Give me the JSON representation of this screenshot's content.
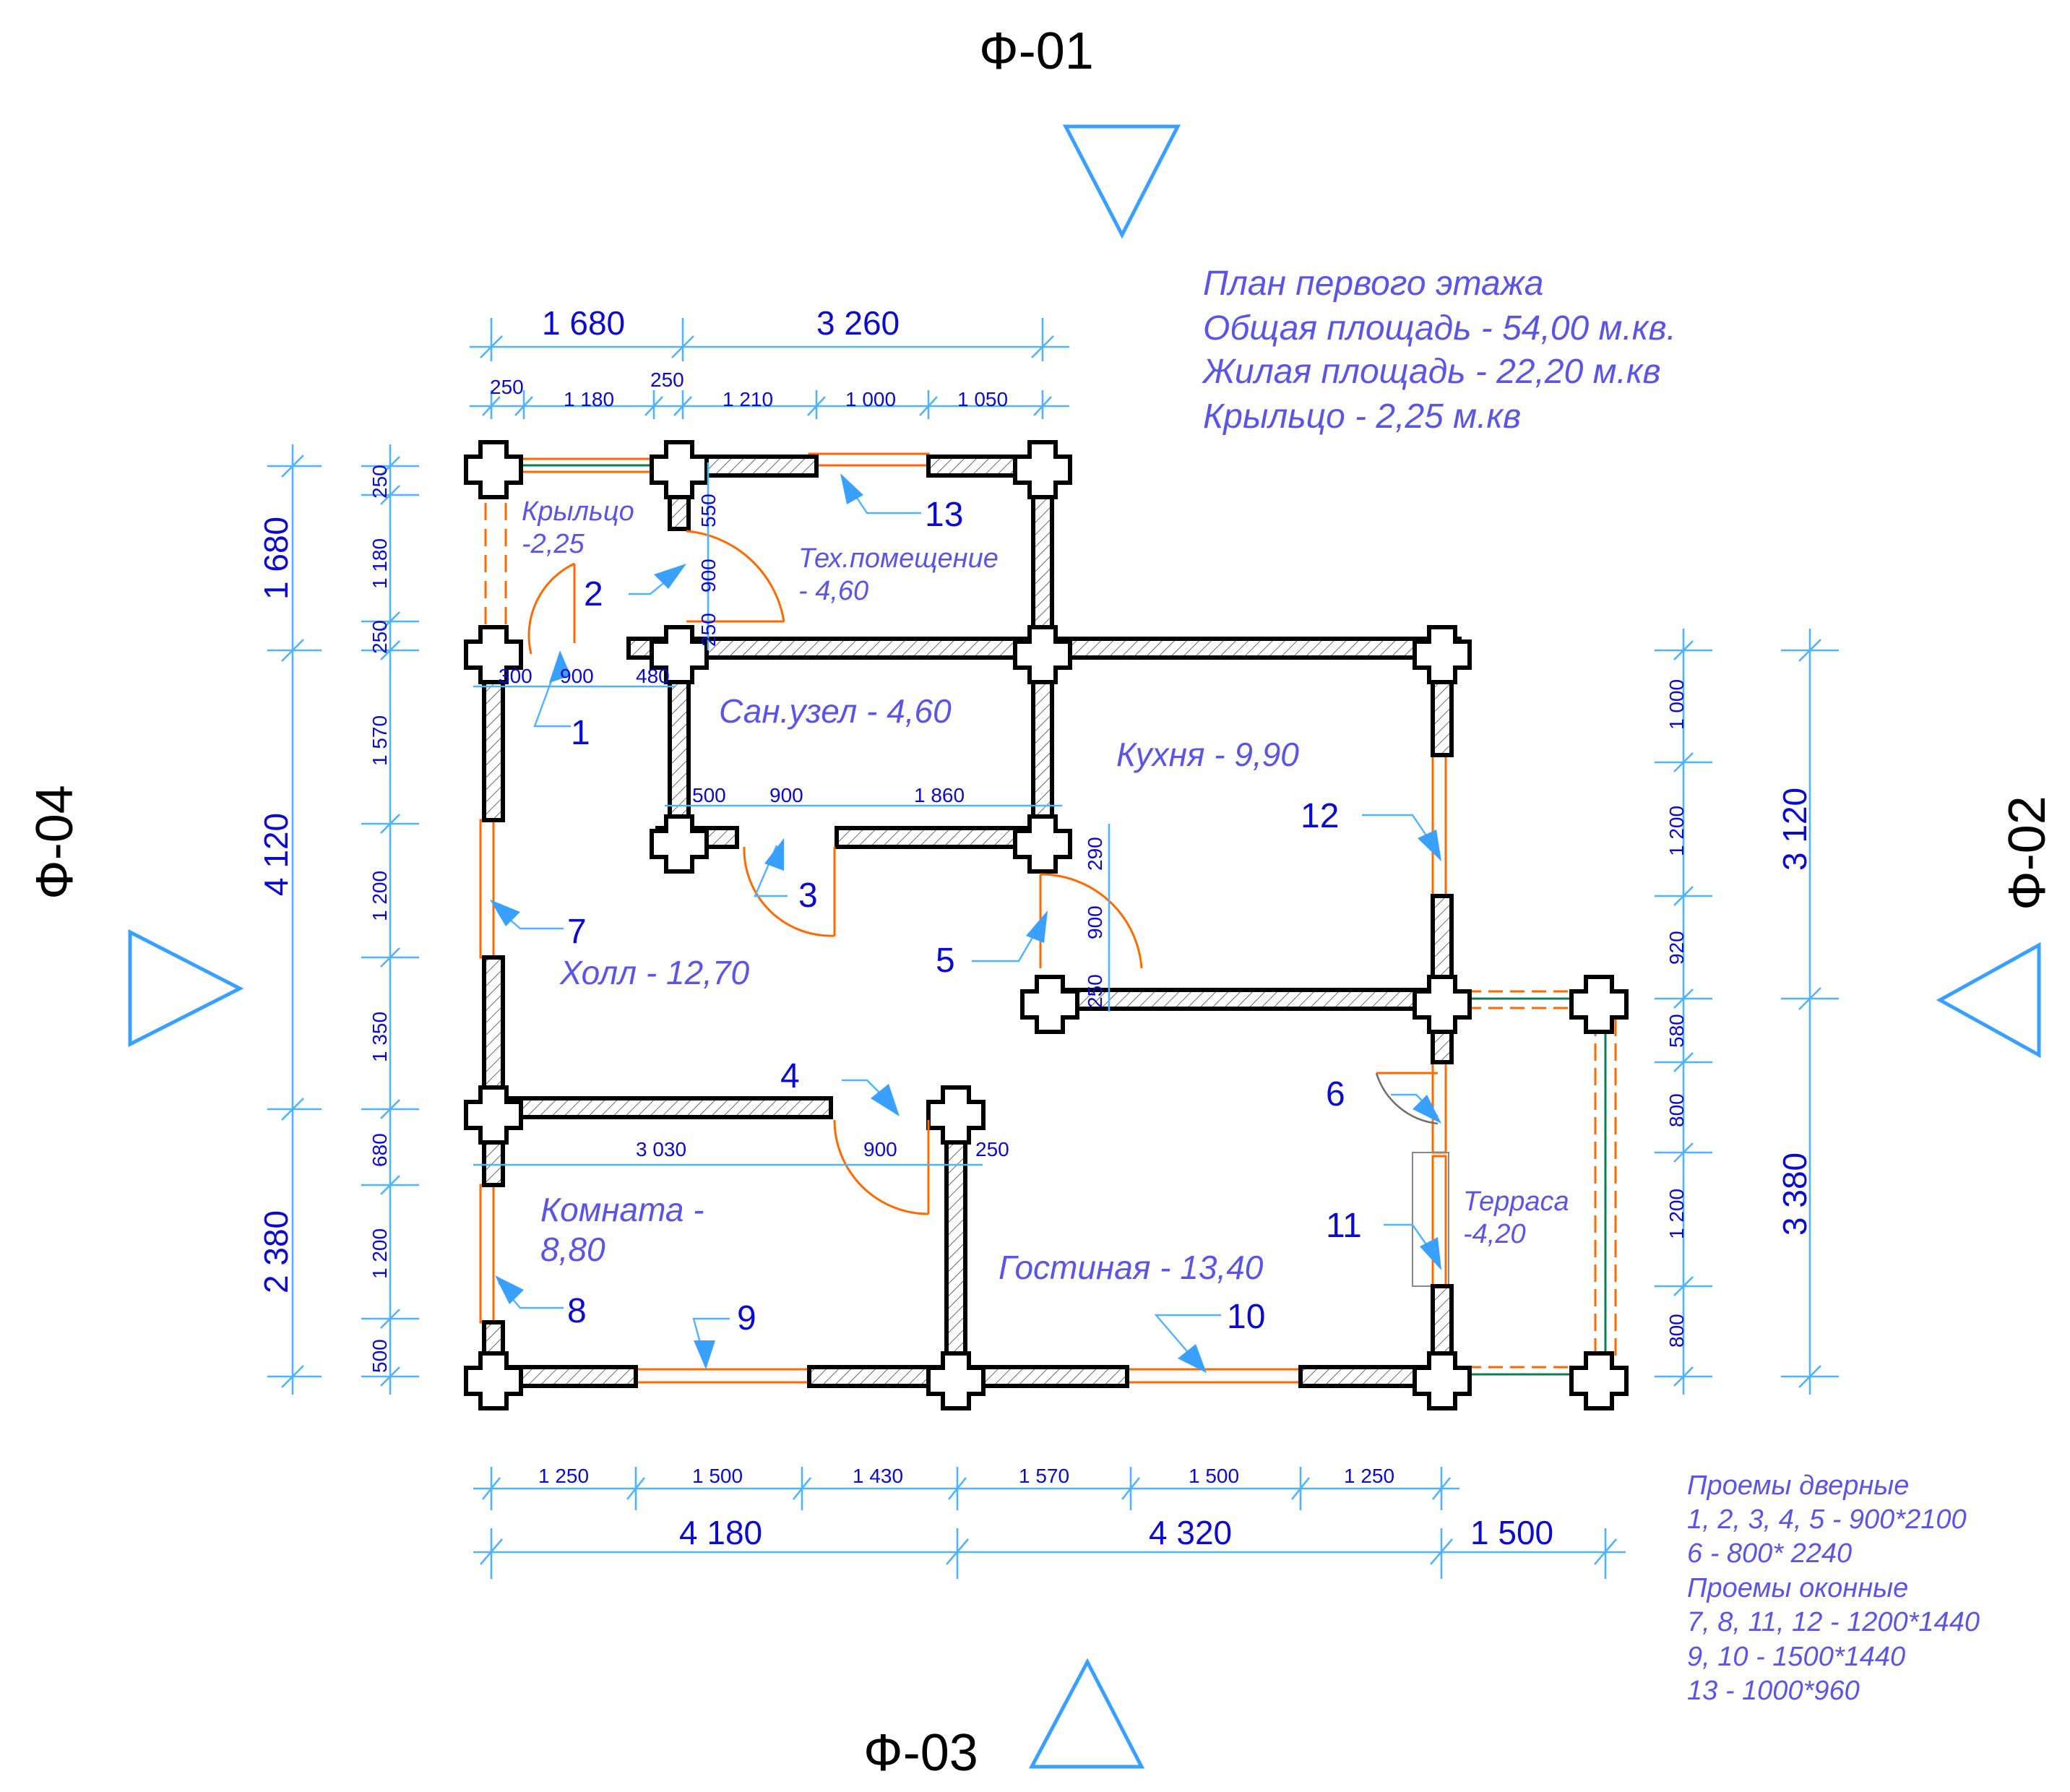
{
  "facades": {
    "top": "Ф-01",
    "right": "Ф-02",
    "bottom": "Ф-03",
    "left": "Ф-04"
  },
  "info": {
    "title": "План первого этажа",
    "total": "Общая площадь - 54,00 м.кв.",
    "living": "Жилая площадь - 22,20 м.кв",
    "porch": "Крыльцо - 2,25 м.кв"
  },
  "rooms": {
    "porch_1": "Крыльцо",
    "porch_2": "-2,25",
    "tech_1": "Тех.помещение",
    "tech_2": "- 4,60",
    "bath": "Сан.узел - 4,60",
    "kitchen": "Кухня - 9,90",
    "hall": "Холл - 12,70",
    "room_1": "Комната -",
    "room_2": "8,80",
    "living": "Гостиная - 13,40",
    "terrace_1": "Терраса",
    "terrace_2": "-4,20"
  },
  "markers": [
    "1",
    "2",
    "3",
    "4",
    "5",
    "6",
    "7",
    "8",
    "9",
    "10",
    "11",
    "12",
    "13"
  ],
  "dims_top": {
    "main": [
      "1 680",
      "3 260"
    ],
    "sub": [
      "250",
      "1 180",
      "250",
      "1 210",
      "1 000",
      "1 050"
    ]
  },
  "dims_bottom": {
    "main": [
      "4 180",
      "4 320",
      "1 500"
    ],
    "sub": [
      "1 250",
      "1 500",
      "1 430",
      "1 570",
      "1 500",
      "1 250"
    ]
  },
  "dims_left": {
    "main": [
      "1 680",
      "4 120",
      "2 380"
    ],
    "sub": [
      "250",
      "1 180",
      "250",
      "1 570",
      "1 200",
      "1 350",
      "680",
      "1 200",
      "500"
    ]
  },
  "dims_right": {
    "main": [
      "3 120",
      "3 380"
    ],
    "sub": [
      "1 000",
      "1 200",
      "920",
      "580",
      "800",
      "1 200",
      "800"
    ]
  },
  "dims_inner": {
    "d300": "300",
    "d900a": "900",
    "d480": "480",
    "d550": "550",
    "d900b": "900",
    "d250a": "250",
    "d500": "500",
    "d900c": "900",
    "d1860": "1 860",
    "d290": "290",
    "d900d": "900",
    "d250b": "250",
    "d3030": "3 030",
    "d900e": "900",
    "d250c": "250"
  },
  "openings": {
    "doors_title": "Проемы дверные",
    "doors_1": "1, 2, 3, 4, 5 - 900*2100",
    "doors_2": "6 - 800* 2240",
    "windows_title": "Проемы оконные",
    "windows_1": "7, 8, 11, 12 - 1200*1440",
    "windows_2": "9, 10 - 1500*1440",
    "windows_3": "13 - 1000*960"
  }
}
